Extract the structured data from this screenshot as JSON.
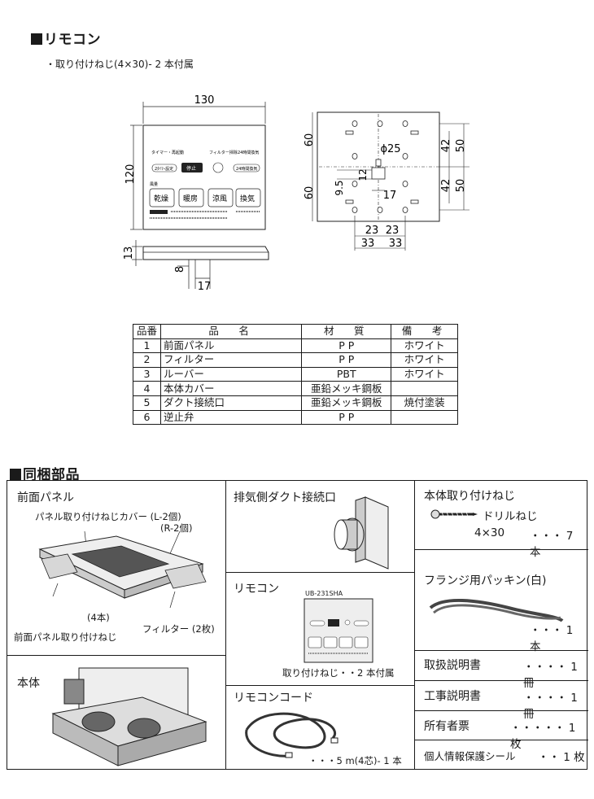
{
  "remote_section": {
    "title": "リモコン",
    "note": "・取り付けねじ(4×30)- 2 本付属",
    "dims_front": {
      "width": "130",
      "height": "120"
    },
    "dims_side": {
      "thickness": "13",
      "depth": "8",
      "offset": "17"
    },
    "dims_back": {
      "top": "60",
      "bottom": "60",
      "hole_dia": "ϕ25",
      "r42a": "42",
      "r50a": "50",
      "r42b": "42",
      "r50b": "50",
      "d12": "12",
      "d95": "9.5",
      "d17": "17",
      "w23a": "23",
      "w23b": "23",
      "w33a": "33",
      "w33b": "33"
    },
    "panel_labels": {
      "timer": "タイマー・再起動",
      "filter": "フィルター掃除",
      "h24": "24時間換気",
      "btn1": "2ﾀｲﾏｰ設定",
      "btn_stop": "停止",
      "btn3": "24時間換気",
      "mode1": "乾燥",
      "mode2": "暖房",
      "mode3": "涼風",
      "mode4": "換気",
      "fl": "風量"
    }
  },
  "parts_table": {
    "headers": [
      "品番",
      "品　名",
      "材　質",
      "備　考"
    ],
    "rows": [
      {
        "no": "1",
        "name": "前面パネル",
        "material": "P P",
        "remark": "ホワイト"
      },
      {
        "no": "2",
        "name": "フィルター",
        "material": "P P",
        "remark": "ホワイト"
      },
      {
        "no": "3",
        "name": "ルーバー",
        "material": "PBT",
        "remark": "ホワイト"
      },
      {
        "no": "4",
        "name": "本体カバー",
        "material": "亜鉛メッキ鋼板",
        "remark": ""
      },
      {
        "no": "5",
        "name": "ダクト接続口",
        "material": "亜鉛メッキ鋼板",
        "remark": "焼付塗装"
      },
      {
        "no": "6",
        "name": "逆止弁",
        "material": "P P",
        "remark": ""
      }
    ]
  },
  "bundled_section": {
    "title": "同梱部品",
    "front_panel": {
      "title": "前面パネル",
      "cover_label": "パネル取り付けねじカバー (L-2個)",
      "cover_label2": "(R-2個)",
      "count_label": "(4本)",
      "screw_label": "前面パネル取り付けねじ",
      "filter_label": "フィルター (2枚)"
    },
    "main_body": {
      "title": "本体"
    },
    "duct": {
      "title": "排気側ダクト接続口"
    },
    "remote": {
      "title": "リモコン",
      "model": "UB-231SHA",
      "note": "取り付けねじ・・2 本付属"
    },
    "remote_cord": {
      "title": "リモコンコード",
      "qty": "・・・5 m(4芯)- 1 本"
    },
    "screws": {
      "title": "本体取り付けねじ",
      "kind": "ドリルねじ",
      "size": "4×30",
      "qty": "・・・ 7 本"
    },
    "packing": {
      "title": "フランジ用パッキン(白)",
      "qty": "・・・ 1 本"
    },
    "manual": {
      "title": "取扱説明書",
      "qty": "・・・・ 1 冊"
    },
    "install_manual": {
      "title": "工事説明書",
      "qty": "・・・・ 1 冊"
    },
    "owner_card": {
      "title": "所有者票",
      "qty": "・・・・・ 1 枚"
    },
    "privacy_seal": {
      "title": "個人情報保護シール",
      "qty": "・・ 1 枚"
    }
  }
}
